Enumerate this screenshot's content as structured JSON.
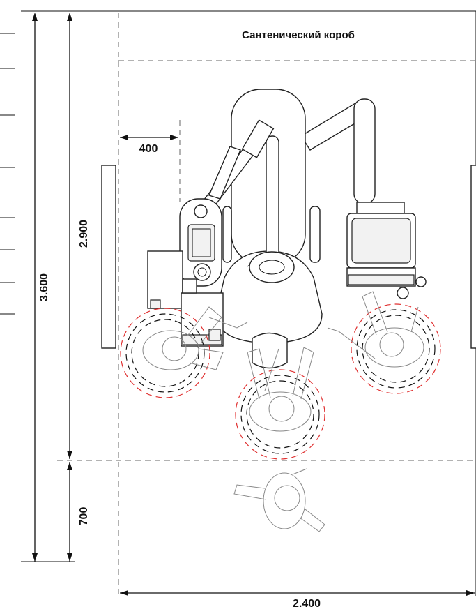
{
  "title": "Сантенический короб",
  "dimensions": {
    "total_height": "3.600",
    "room_height": "2.900",
    "side_offset": "400",
    "lower_zone": "700",
    "total_width": "2.400"
  },
  "colors": {
    "line": "#111111",
    "dashed_guide": "#666666",
    "work_zone_outer": "#e03030",
    "work_zone_inner": "#111111",
    "person_outline": "#888888"
  }
}
